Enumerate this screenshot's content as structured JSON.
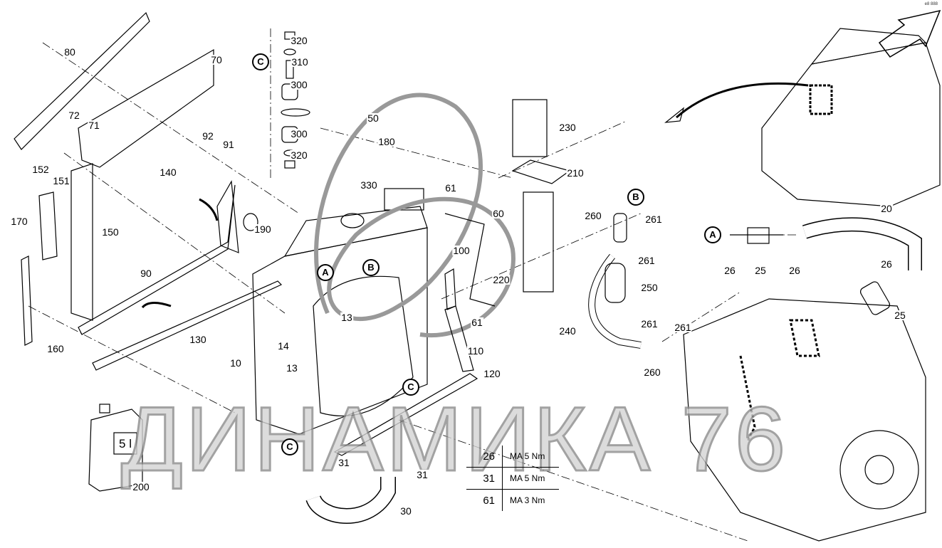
{
  "corner_mark": "e8 888",
  "watermark": "ДИНАМИКА 76",
  "labels": [
    "80",
    "70",
    "72",
    "71",
    "152",
    "151",
    "92",
    "91",
    "140",
    "170",
    "150",
    "190",
    "90",
    "130",
    "160",
    "320",
    "310",
    "300",
    "300",
    "320",
    "50",
    "180",
    "330",
    "61",
    "60",
    "230",
    "210",
    "220",
    "100",
    "13",
    "14",
    "13",
    "10",
    "61",
    "110",
    "120",
    "200",
    "31",
    "31",
    "30",
    "260",
    "261",
    "261",
    "250",
    "240",
    "261",
    "261",
    "260",
    "26",
    "25",
    "26",
    "20",
    "26",
    "25"
  ],
  "callouts": [
    "C",
    "A",
    "B",
    "C",
    "C",
    "B",
    "A"
  ],
  "can_label": "5 l",
  "torque_table": [
    {
      "part": "26",
      "value": "MA 5 Nm"
    },
    {
      "part": "31",
      "value": "MA 5 Nm"
    },
    {
      "part": "61",
      "value": "MA 3 Nm"
    }
  ]
}
